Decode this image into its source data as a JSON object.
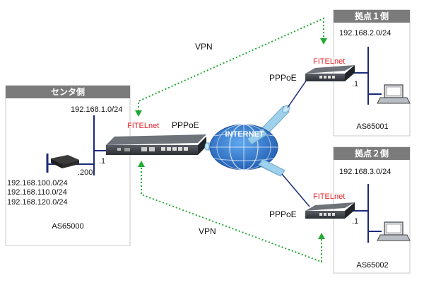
{
  "center": {
    "header": "センタ側",
    "network": "192.168.1.0/24",
    "router_host": ".1",
    "lan_host": ".200",
    "lan_networks": [
      "192.168.100.0/24",
      "192.168.110.0/24",
      "192.168.120.0/24"
    ],
    "as_number": "AS65000",
    "brand": "FITELnet",
    "pppoe": "PPPoE"
  },
  "site1": {
    "header": "拠点１側",
    "network": "192.168.2.0/24",
    "router_host": ".1",
    "as_number": "AS65001",
    "brand": "FITELnet",
    "pppoe": "PPPoE"
  },
  "site2": {
    "header": "拠点２側",
    "network": "192.168.3.0/24",
    "router_host": ".1",
    "as_number": "AS65002",
    "brand": "FITELnet",
    "pppoe": "PPPoE"
  },
  "internet": {
    "label": "INTERNET"
  },
  "vpn": {
    "top_label": "VPN",
    "bottom_label": "VPN"
  },
  "colors": {
    "panel_header": "#7b7b7b",
    "panel_border": "#c8c8c8",
    "vpn_line": "#22aa33",
    "tunnel": "#9fd0ec",
    "globe": "#2a6fc4",
    "lan_line": "#1c2a7a",
    "brand": "#e0262e"
  }
}
